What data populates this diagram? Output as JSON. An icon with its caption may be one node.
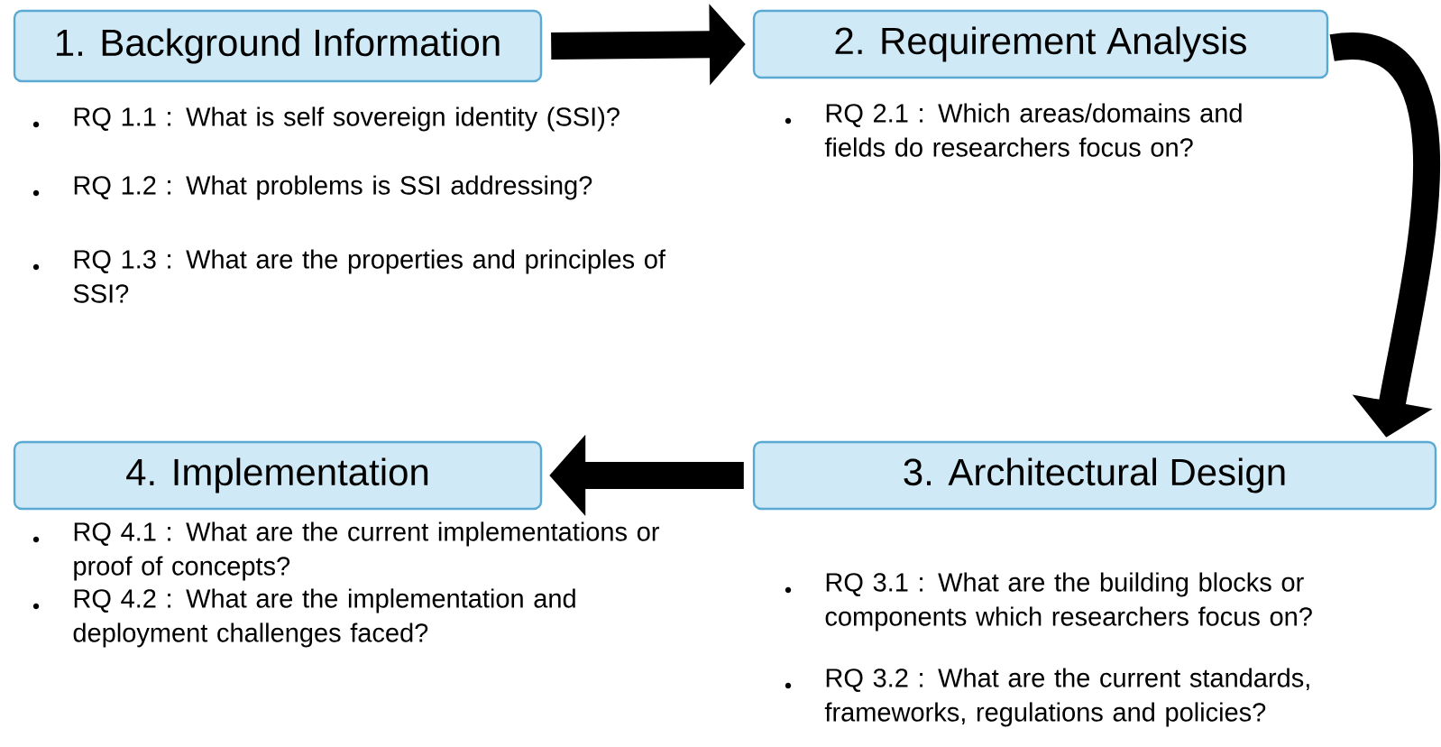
{
  "diagram": {
    "nodes": [
      {
        "text": [
          "1. Background Information"
        ],
        "beside": [
          "RQ 1.1 : What is self sovereign identity (SSI)?",
          "RQ 1.2 : What problems is SSI addressing?",
          "RQ 1.3 : What are the properties and principles of SSI?"
        ]
      },
      {
        "text": [
          "2. Requirement Analysis"
        ],
        "beside": [
          "RQ 2.1 : Which areas/domains and fields do researchers focus on?"
        ]
      },
      {
        "text": [
          "3. Architectural Design"
        ],
        "beside": [
          "RQ 3.1 : What are the building blocks or components which researchers focus on?",
          "RQ 3.2 : What are the current standards, frameworks, regulations and policies?"
        ]
      },
      {
        "text": [
          "4. Implementation"
        ],
        "beside": [
          "RQ 4.1 : What are the current implementations or proof of concepts?",
          "RQ 4.2 : What are the implementation and deployment challenges faced?"
        ]
      }
    ],
    "edges": [
      {
        "from": 0,
        "to": 1,
        "arrow": "to"
      },
      {
        "from": 1,
        "to": 2,
        "arrow": "to"
      },
      {
        "from": 2,
        "to": 3,
        "arrow": "to"
      }
    ]
  }
}
